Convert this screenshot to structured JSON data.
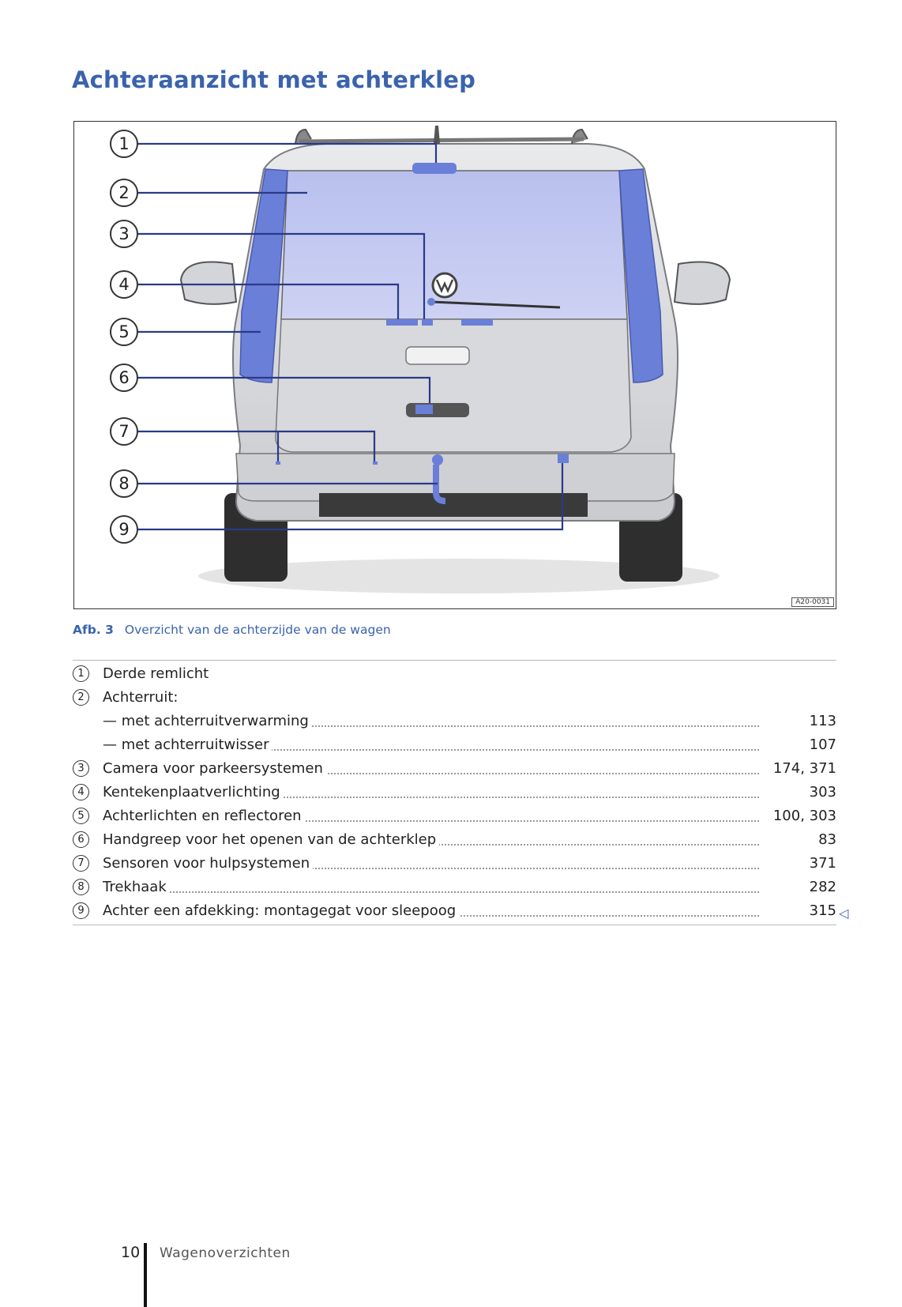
{
  "header": {
    "title": "Achteraanzicht met achterklep"
  },
  "figure": {
    "code": "A20-0031",
    "callouts": [
      "1",
      "2",
      "3",
      "4",
      "5",
      "6",
      "7",
      "8",
      "9"
    ]
  },
  "caption": {
    "label": "Afb. 3",
    "text": "Overzicht van de achterzijde van de wagen"
  },
  "legend": [
    {
      "num": "1",
      "label": "Derde remlicht",
      "page": ""
    },
    {
      "num": "2",
      "label": "Achterruit:",
      "page": ""
    },
    {
      "num": "",
      "label": "— met achterruitverwarming",
      "page": "113"
    },
    {
      "num": "",
      "label": "— met achterruitwisser",
      "page": "107"
    },
    {
      "num": "3",
      "label": "Camera voor parkeersystemen",
      "page": "174, 371"
    },
    {
      "num": "4",
      "label": "Kentekenplaatverlichting",
      "page": "303"
    },
    {
      "num": "5",
      "label": "Achterlichten en reflectoren",
      "page": "100, 303"
    },
    {
      "num": "6",
      "label": "Handgreep voor het openen van de achterklep",
      "page": "83"
    },
    {
      "num": "7",
      "label": "Sensoren voor hulpsystemen",
      "page": "371"
    },
    {
      "num": "8",
      "label": "Trekhaak",
      "page": "282"
    },
    {
      "num": "9",
      "label": "Achter een afdekking: montagegat voor sleepoog",
      "page": "315"
    }
  ],
  "end_mark": "◁",
  "footer": {
    "page_number": "10",
    "section": "Wagenoverzichten"
  },
  "colors": {
    "accent": "#3a63ad",
    "highlight": "#6a7fd8"
  }
}
